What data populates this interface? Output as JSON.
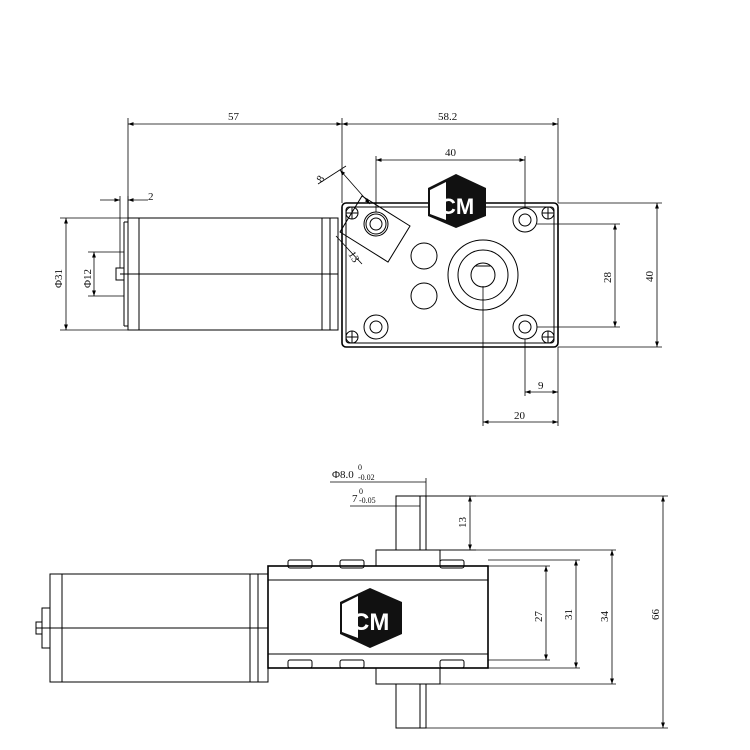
{
  "dimensions": {
    "top_view": {
      "motor_length": "57",
      "gearbox_width": "58.2",
      "hole_spacing_horizontal": "40",
      "flange_offset": "2",
      "motor_diameter": "Φ31",
      "shaft_diameter": "Φ12",
      "slot_width": "8",
      "slot_length": "13",
      "hole_spacing_vertical": "28",
      "gearbox_height": "40",
      "edge_offset": "9",
      "shaft_offset": "20"
    },
    "side_view": {
      "shaft_diameter": "Φ8.0",
      "shaft_tolerance_upper": "0",
      "shaft_tolerance_lower": "-0.02",
      "flat_width": "7",
      "flat_tolerance_upper": "0",
      "flat_tolerance_lower": "-0.05",
      "shaft_extension": "13",
      "housing_inner_height": "27",
      "housing_height": "31",
      "flange_height": "34",
      "total_shaft_length": "66"
    }
  },
  "logo": {
    "text": "CM",
    "color": "#111111"
  }
}
